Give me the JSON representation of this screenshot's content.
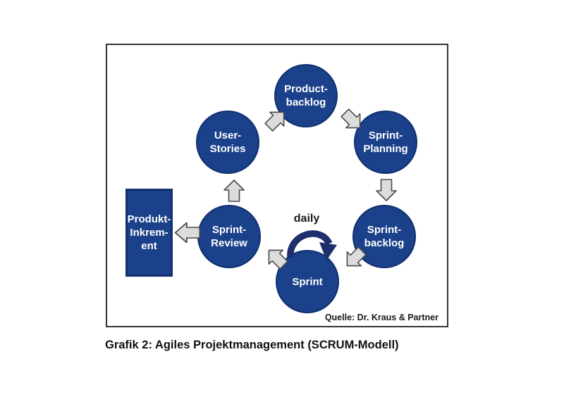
{
  "colors": {
    "node-fill": "#1a4189",
    "node-border": "#10306e",
    "arrow-fill": "#dcdcdc",
    "arrow-stroke": "#4a4a4a",
    "loop-arrow": "#1e2f6b",
    "frame-border": "#333333",
    "text-dark": "#1a1a1a"
  },
  "diagram": {
    "caption": "Grafik 2: Agiles Projektmanagement (SCRUM-Modell)",
    "source": "Quelle: Dr. Kraus & Partner",
    "daily_label": "daily",
    "nodes": {
      "product_backlog": {
        "shape": "circle",
        "lines": [
          "Product-",
          "backlog"
        ]
      },
      "sprint_planning": {
        "shape": "circle",
        "lines": [
          "Sprint-",
          "Planning"
        ]
      },
      "sprint_backlog": {
        "shape": "circle",
        "lines": [
          "Sprint-",
          "backlog"
        ]
      },
      "sprint": {
        "shape": "circle",
        "lines": [
          "Sprint"
        ]
      },
      "sprint_review": {
        "shape": "circle",
        "lines": [
          "Sprint-",
          "Review"
        ]
      },
      "user_stories": {
        "shape": "circle",
        "lines": [
          "User-",
          "Stories"
        ]
      },
      "produkt_inkrement": {
        "shape": "rect",
        "lines": [
          "Produkt-",
          "Inkrem-",
          "ent"
        ]
      }
    },
    "edges": [
      {
        "from": "user_stories",
        "to": "product_backlog"
      },
      {
        "from": "product_backlog",
        "to": "sprint_planning"
      },
      {
        "from": "sprint_planning",
        "to": "sprint_backlog"
      },
      {
        "from": "sprint_backlog",
        "to": "sprint"
      },
      {
        "from": "sprint",
        "to": "sprint",
        "label": "daily"
      },
      {
        "from": "sprint",
        "to": "sprint_review"
      },
      {
        "from": "sprint_review",
        "to": "produkt_inkrement"
      },
      {
        "from": "sprint_review",
        "to": "user_stories"
      }
    ]
  }
}
